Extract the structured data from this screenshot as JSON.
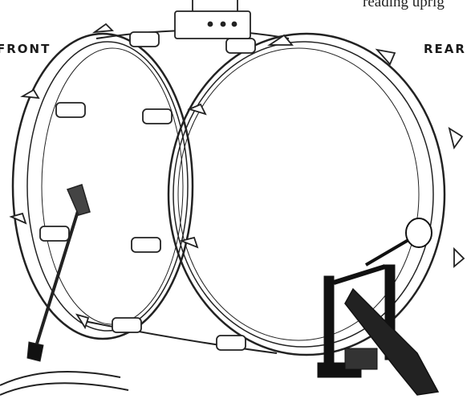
{
  "caption_fragment": "reading uprig",
  "labels": {
    "front": "FRONT",
    "rear": "REAR"
  }
}
